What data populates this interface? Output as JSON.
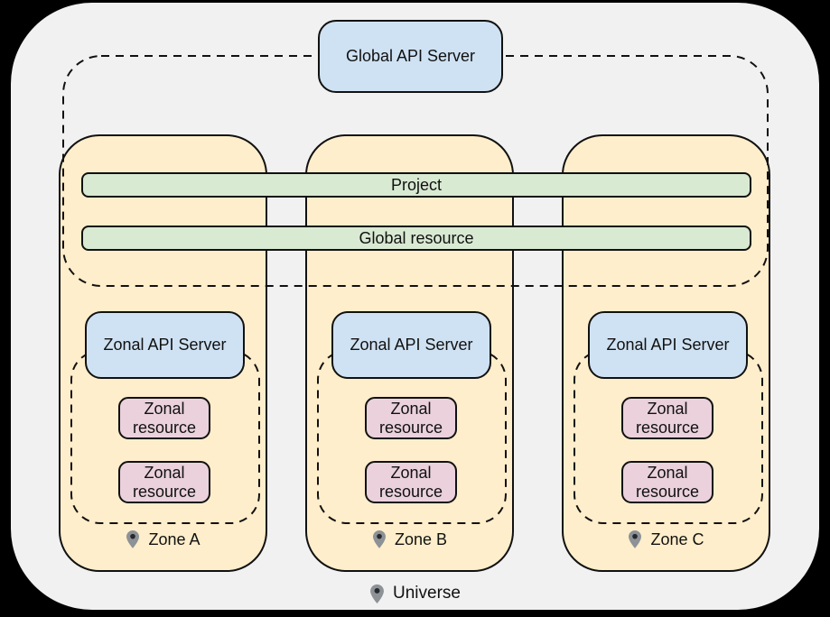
{
  "global_api_server": {
    "label": "Global API Server"
  },
  "shared_bars": {
    "project": "Project",
    "global_resource": "Global resource"
  },
  "zones": [
    {
      "label": "Zone A",
      "api_server_label": "Zonal API Server",
      "resources": [
        "Zonal resource",
        "Zonal resource"
      ]
    },
    {
      "label": "Zone B",
      "api_server_label": "Zonal API Server",
      "resources": [
        "Zonal resource",
        "Zonal resource"
      ]
    },
    {
      "label": "Zone C",
      "api_server_label": "Zonal API Server",
      "resources": [
        "Zonal resource",
        "Zonal resource"
      ]
    }
  ],
  "universe": {
    "label": "Universe"
  },
  "icons": {
    "zone_marker": "location-pin",
    "universe_marker": "location-pin"
  },
  "colors": {
    "page_background": "#000000",
    "universe_fill": "#f1f1f2",
    "zone_fill": "#ffeecb",
    "api_server_fill": "#cfe2f3",
    "shared_bar_fill": "#d9ead3",
    "zonal_resource_fill": "#ead1dc",
    "outline": "#111111",
    "pin_fill": "#8d9297",
    "pin_dot": "#26282b"
  }
}
